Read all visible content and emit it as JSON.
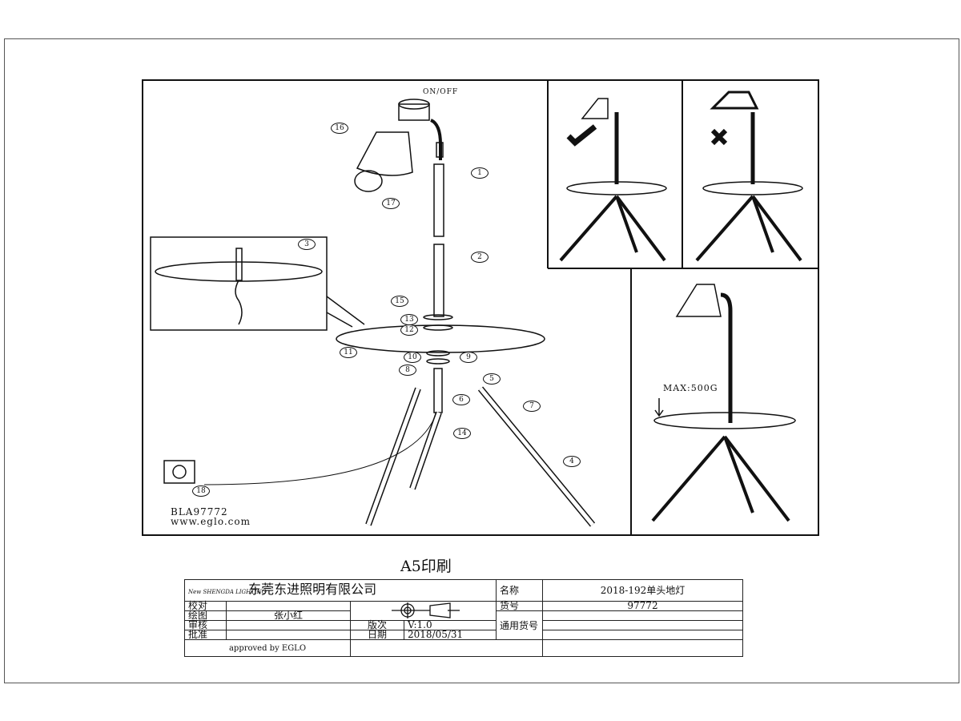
{
  "diagram": {
    "switch_label": "ON/OFF",
    "model_code": "BLA97772",
    "website": "www.eglo.com",
    "max_load_label": "MAX:500G",
    "steps": [
      "1",
      "2",
      "3",
      "4",
      "5",
      "6",
      "7",
      "8",
      "9",
      "10",
      "11",
      "12",
      "13",
      "14",
      "15",
      "16",
      "17",
      "18"
    ]
  },
  "print_note": "A5印刷",
  "title_block": {
    "logo_text": "New SHENGDA LIGHTING",
    "company": "东莞东进照明有限公司",
    "rows": {
      "check_label": "校对",
      "check_value": "",
      "drawn_label": "绘图",
      "drawn_value": "张小红",
      "review_label": "审核",
      "review_value": "",
      "approve_label": "批准",
      "approve_value": ""
    },
    "version_label": "版次",
    "version_value": "V:1.0",
    "date_label": "日期",
    "date_value": "2018/05/31",
    "approved_by": "approved by EGLO",
    "name_label": "名称",
    "name_value": "2018-192单头地灯",
    "item_no_label": "货号",
    "item_no_value": "97772",
    "general_item_label": "通用货号"
  }
}
